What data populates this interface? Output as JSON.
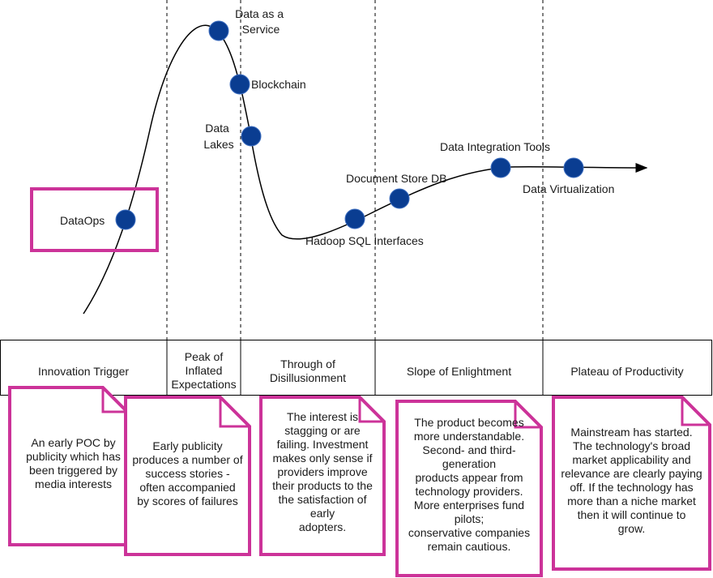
{
  "curve_points": [
    {
      "label": "Data as a\nService",
      "label_lines": [
        "Data as a",
        "Service"
      ]
    },
    {
      "label": "Blockchain",
      "label_lines": [
        "Blockchain"
      ]
    },
    {
      "label": "Data\nLakes",
      "label_lines": [
        "Data",
        "Lakes"
      ]
    },
    {
      "label": "DataOps",
      "label_lines": [
        "DataOps"
      ]
    },
    {
      "label": "Hadoop SQL Interfaces",
      "label_lines": [
        "Hadoop SQL Interfaces"
      ]
    },
    {
      "label": "Document Store DB",
      "label_lines": [
        "Document Store DB"
      ]
    },
    {
      "label": "Data Integration Tools",
      "label_lines": [
        "Data Integration Tools"
      ]
    },
    {
      "label": "Data Virtualization",
      "label_lines": [
        "Data Virtualization"
      ]
    }
  ],
  "phases": [
    {
      "name": "Innovation Trigger"
    },
    {
      "name": "Peak of\nInflated\nExpectations"
    },
    {
      "name": "Through of\nDisillusionment"
    },
    {
      "name": "Slope of Enlightment"
    },
    {
      "name": "Plateau of Productivity"
    }
  ],
  "notes": [
    {
      "text": "An early POC by\npublicity which has\nbeen triggered by\nmedia interests"
    },
    {
      "text": "Early publicity\nproduces a number of\nsuccess stories -\noften accompanied\nby scores of failures"
    },
    {
      "text": "The interest is\nstagging or are\nfailing. Investment\nmakes only sense if\nproviders improve\ntheir products to the\nthe satisfaction of\nearly\nadopters."
    },
    {
      "text": "The product becomes\nmore understandable.\nSecond- and third-\ngeneration\nproducts appear from\ntechnology providers.\nMore enterprises fund\npilots;\nconservative companies\nremain cautious."
    },
    {
      "text": "Mainstream has started.\nThe technology's broad\nmarket applicability and\nrelevance are clearly paying\noff. If the technology has\nmore than a niche market\nthen it will continue to\ngrow."
    }
  ],
  "colors": {
    "dot_fill": "#0a3d91",
    "dot_stroke": "#3f6fc0",
    "highlight": "#cc3399",
    "line": "#000000"
  }
}
